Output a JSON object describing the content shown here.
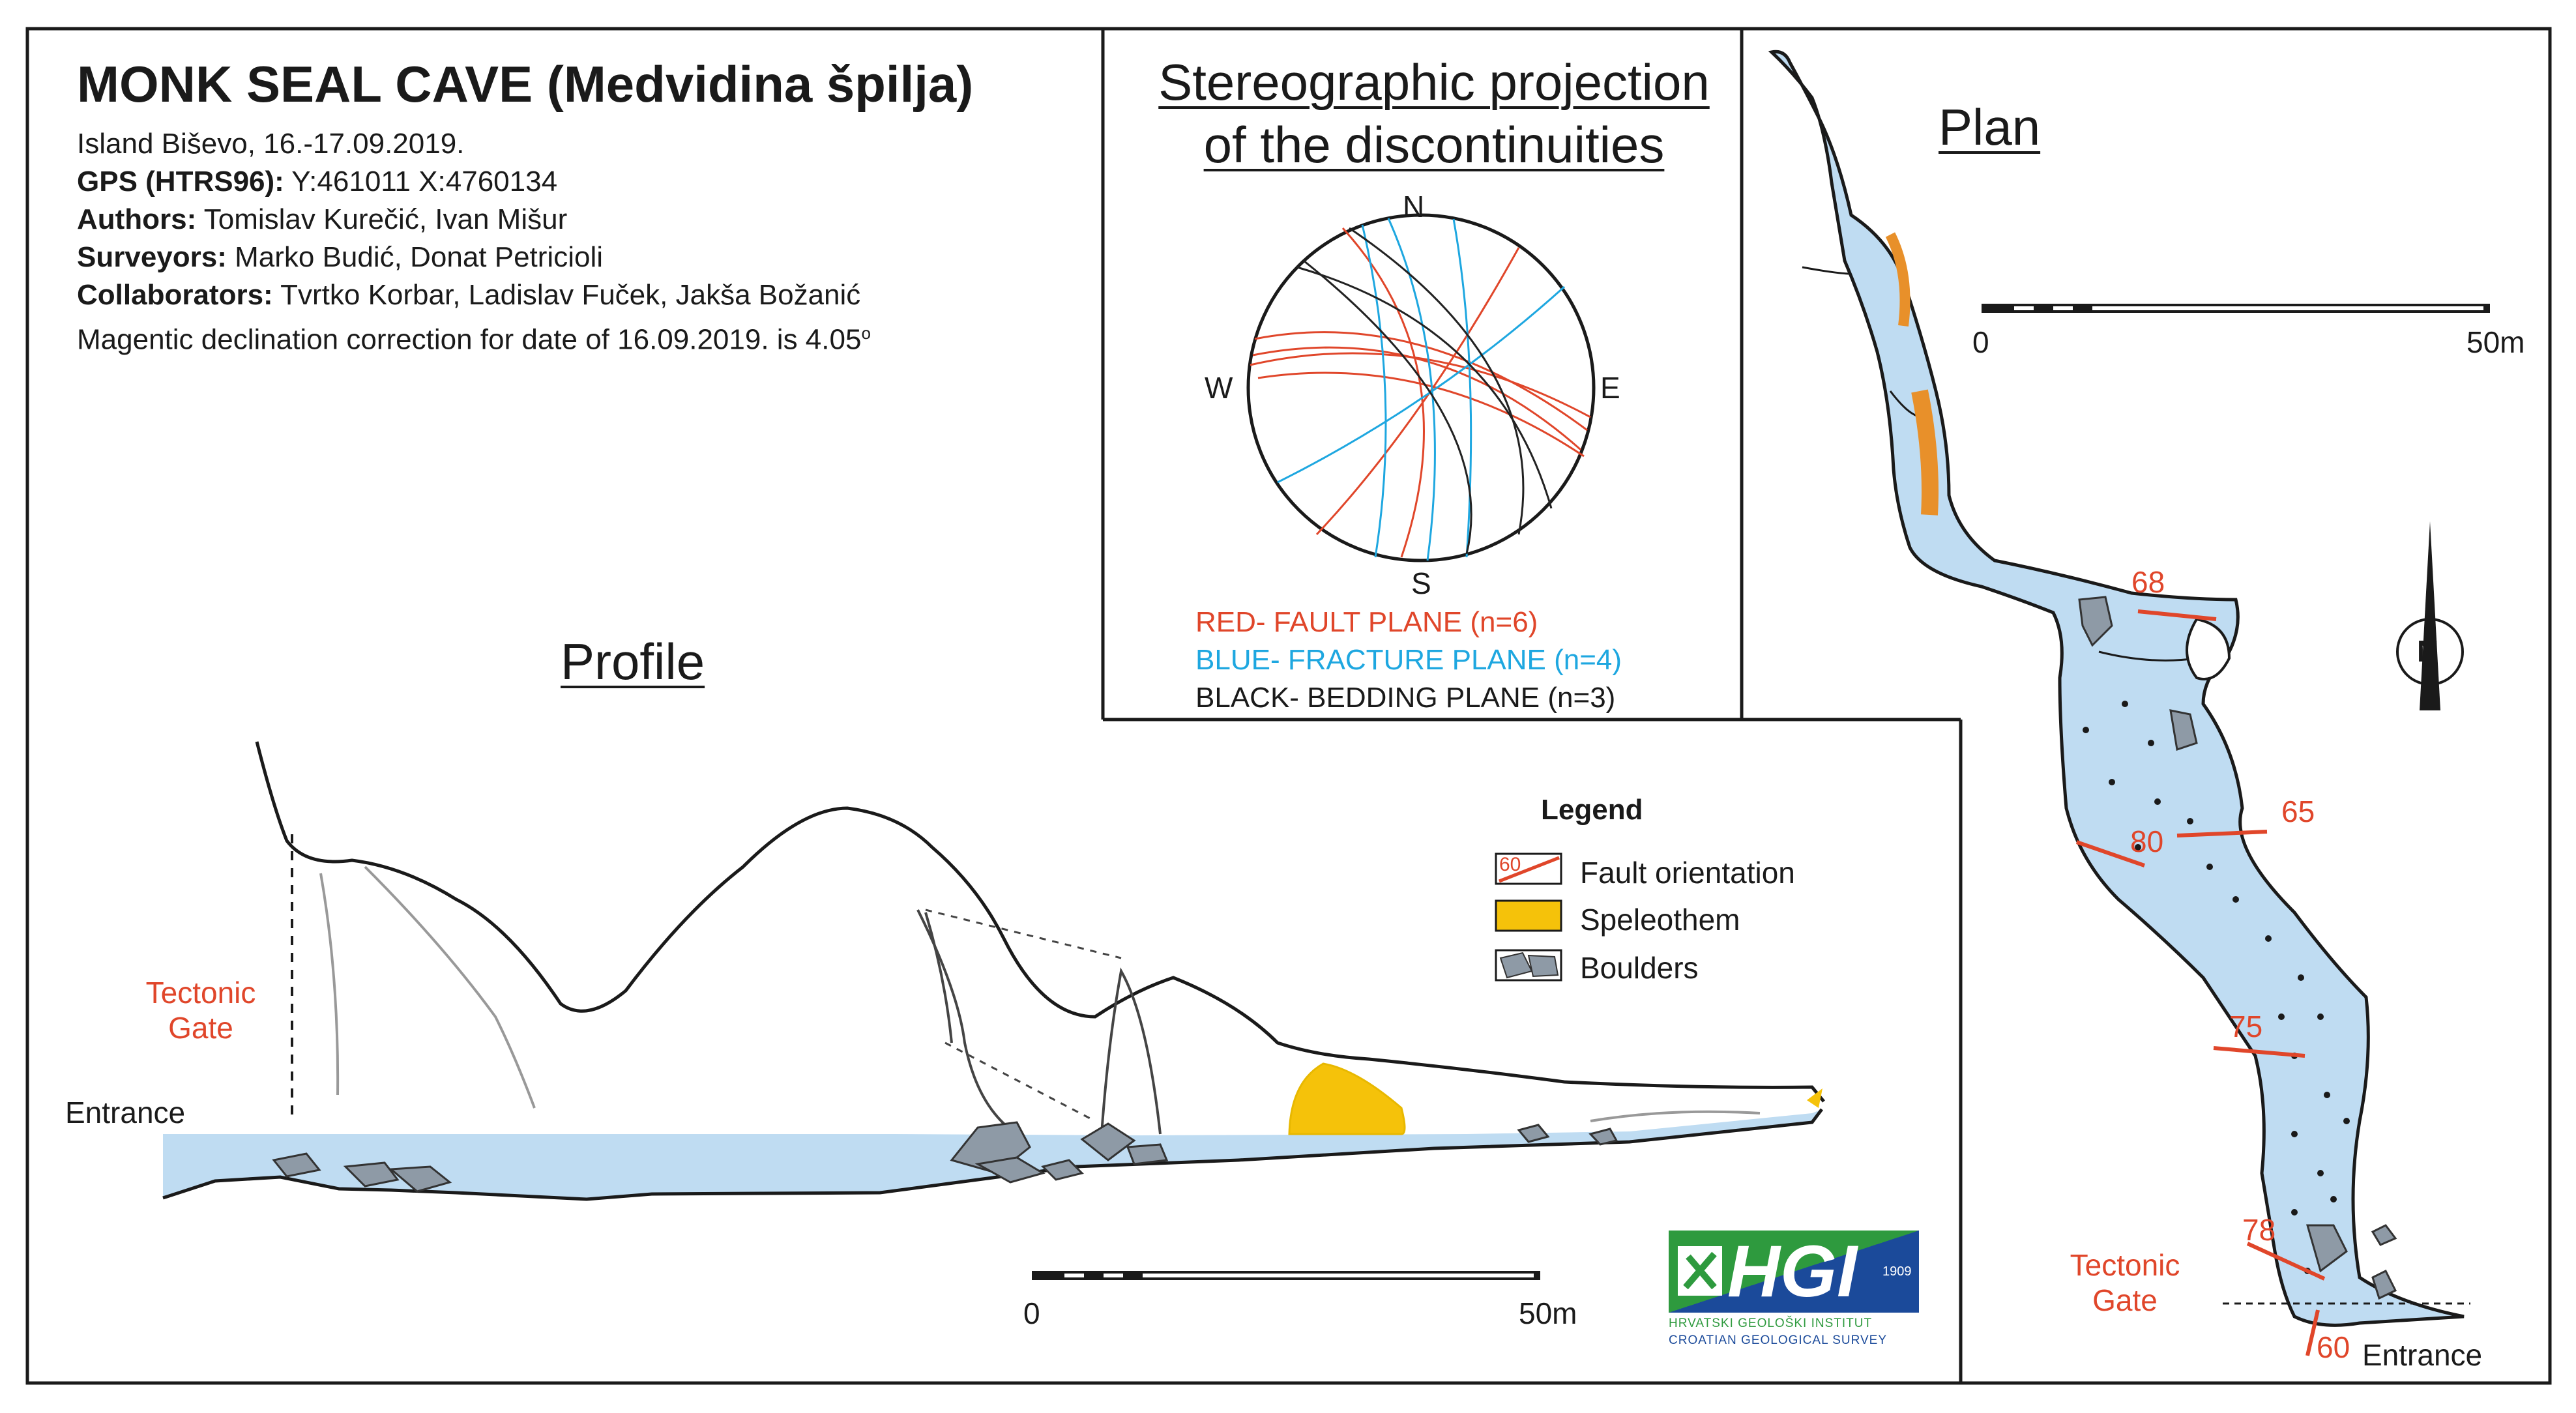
{
  "header": {
    "title": "MONK SEAL CAVE (Medvidina špilja)",
    "location_date": "Island Biševo, 16.-17.09.2019.",
    "gps_label": "GPS (HTRS96):",
    "gps_value": " Y:461011  X:4760134",
    "authors_label": "Authors:",
    "authors_value": " Tomislav Kurečić, Ivan Mišur",
    "surveyors_label": "Surveyors:",
    "surveyors_value": " Marko Budić, Donat Petricioli",
    "collaborators_label": "Collaborators:",
    "collaborators_value": " Tvrtko Korbar, Ladislav Fuček, Jakša Božanić",
    "declination_text": "Magentic declination correction for date of 16.09.2019. is 4.05",
    "declination_degree": "o"
  },
  "stereonet": {
    "title_line1": "Stereographic projection",
    "title_line2": "of the discontinuities",
    "north": "N",
    "south": "S",
    "east": "E",
    "west": "W",
    "legend_red": "RED- FAULT PLANE (n=6)",
    "legend_blue": "BLUE- FRACTURE PLANE (n=4)",
    "legend_black": "BLACK- BEDDING PLANE (n=3)",
    "colors": {
      "fault": "#e0462a",
      "fracture": "#1ea7e0",
      "bedding": "#222222"
    }
  },
  "profile": {
    "heading": "Profile",
    "tectonic_gate_line1": "Tectonic",
    "tectonic_gate_line2": "Gate",
    "entrance": "Entrance",
    "scale_start": "0",
    "scale_end": "50m"
  },
  "legend": {
    "title": "Legend",
    "fault_sample": "60",
    "fault": "Fault orientation",
    "speleothem": "Speleothem",
    "boulders": "Boulders",
    "colors": {
      "water": "#bfdcf2",
      "speleothem": "#f5c20a",
      "boulder": "#8e9aa6",
      "fault": "#e0462a"
    }
  },
  "plan": {
    "heading": "Plan",
    "scale_start": "0",
    "scale_end": "50m",
    "north_arrow": "N",
    "tectonic_gate_line1": "Tectonic",
    "tectonic_gate_line2": "Gate",
    "entrance": "Entrance",
    "fault_dips": [
      "68",
      "65",
      "80",
      "75",
      "78",
      "60"
    ]
  },
  "logo": {
    "name": "HGI",
    "year": "1909",
    "subtitle1": "HRVATSKI GEOLOŠKI INSTITUT",
    "subtitle2": "CROATIAN GEOLOGICAL SURVEY",
    "colors": {
      "green": "#2e9a3e",
      "blue": "#1b4a9a"
    }
  }
}
